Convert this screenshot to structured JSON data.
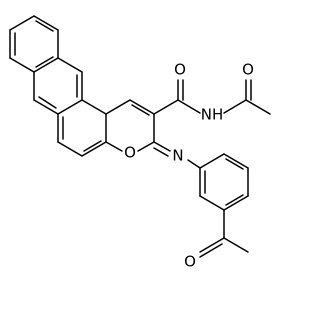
{
  "structure": {
    "atoms": {
      "o_amide": "O",
      "nh_amide": "NH",
      "o_acetyl_top": "O",
      "o_ring": "O",
      "n_imine": "N",
      "o_acetyl_bottom": "O"
    }
  }
}
